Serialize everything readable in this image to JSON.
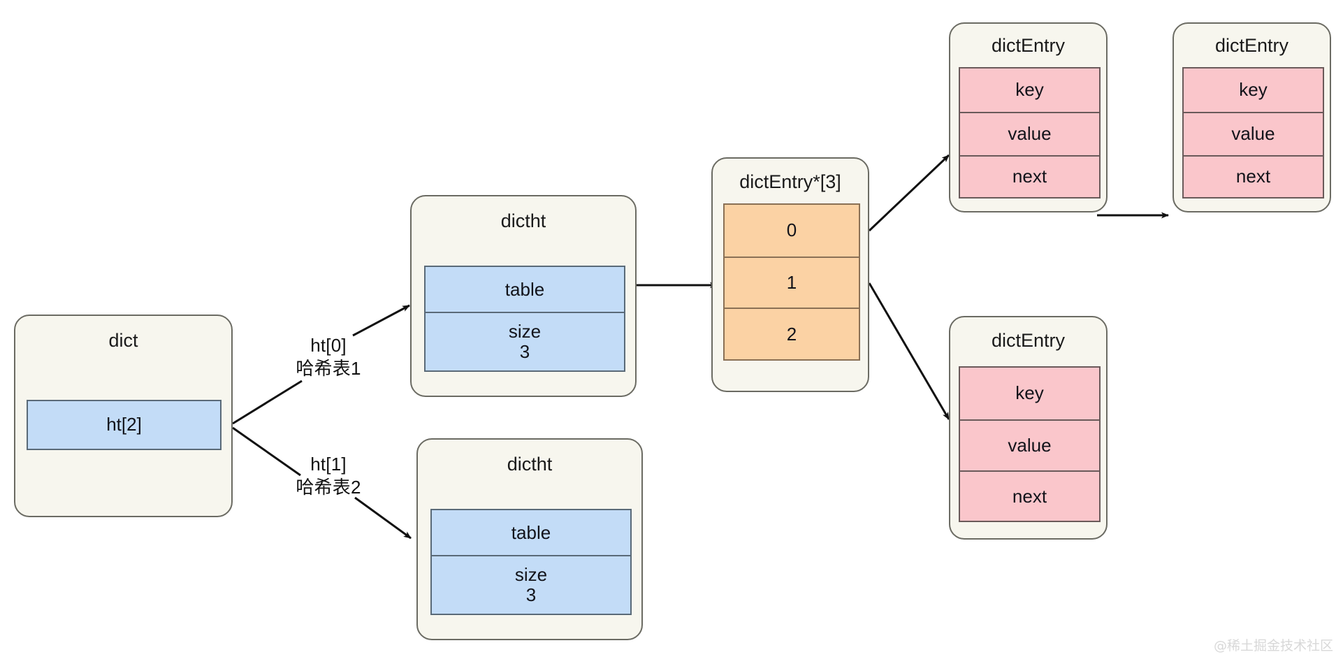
{
  "diagram": {
    "title": "Redis dict structure diagram",
    "colors": {
      "background": "#ffffff",
      "struct_fill": "#f7f6ee",
      "struct_stroke": "#6b6b63",
      "blue_cell": "#c3dcf7",
      "pink_cell": "#fac6cb",
      "orange_cell": "#fbd2a4",
      "arrow": "#111111",
      "watermark": "#d8d8d8"
    }
  },
  "nodes": {
    "dict": {
      "title": "dict",
      "fields": [
        "ht[2]"
      ]
    },
    "dictht_top": {
      "title": "dictht",
      "fields": [
        "table",
        "size\n3"
      ]
    },
    "dictht_bottom": {
      "title": "dictht",
      "fields": [
        "table",
        "size\n3"
      ]
    },
    "bucket_array": {
      "title": "dictEntry*[3]",
      "fields": [
        "0",
        "1",
        "2"
      ]
    },
    "entry_1": {
      "title": "dictEntry",
      "fields": [
        "key",
        "value",
        "next"
      ]
    },
    "entry_2": {
      "title": "dictEntry",
      "fields": [
        "key",
        "value",
        "next"
      ]
    },
    "entry_3": {
      "title": "dictEntry",
      "fields": [
        "key",
        "value",
        "next"
      ]
    }
  },
  "edge_labels": {
    "ht0": "ht[0]\n哈希表1",
    "ht1": "ht[1]\n哈希表2"
  },
  "watermark": {
    "text": "@稀土掘金技术社区"
  }
}
